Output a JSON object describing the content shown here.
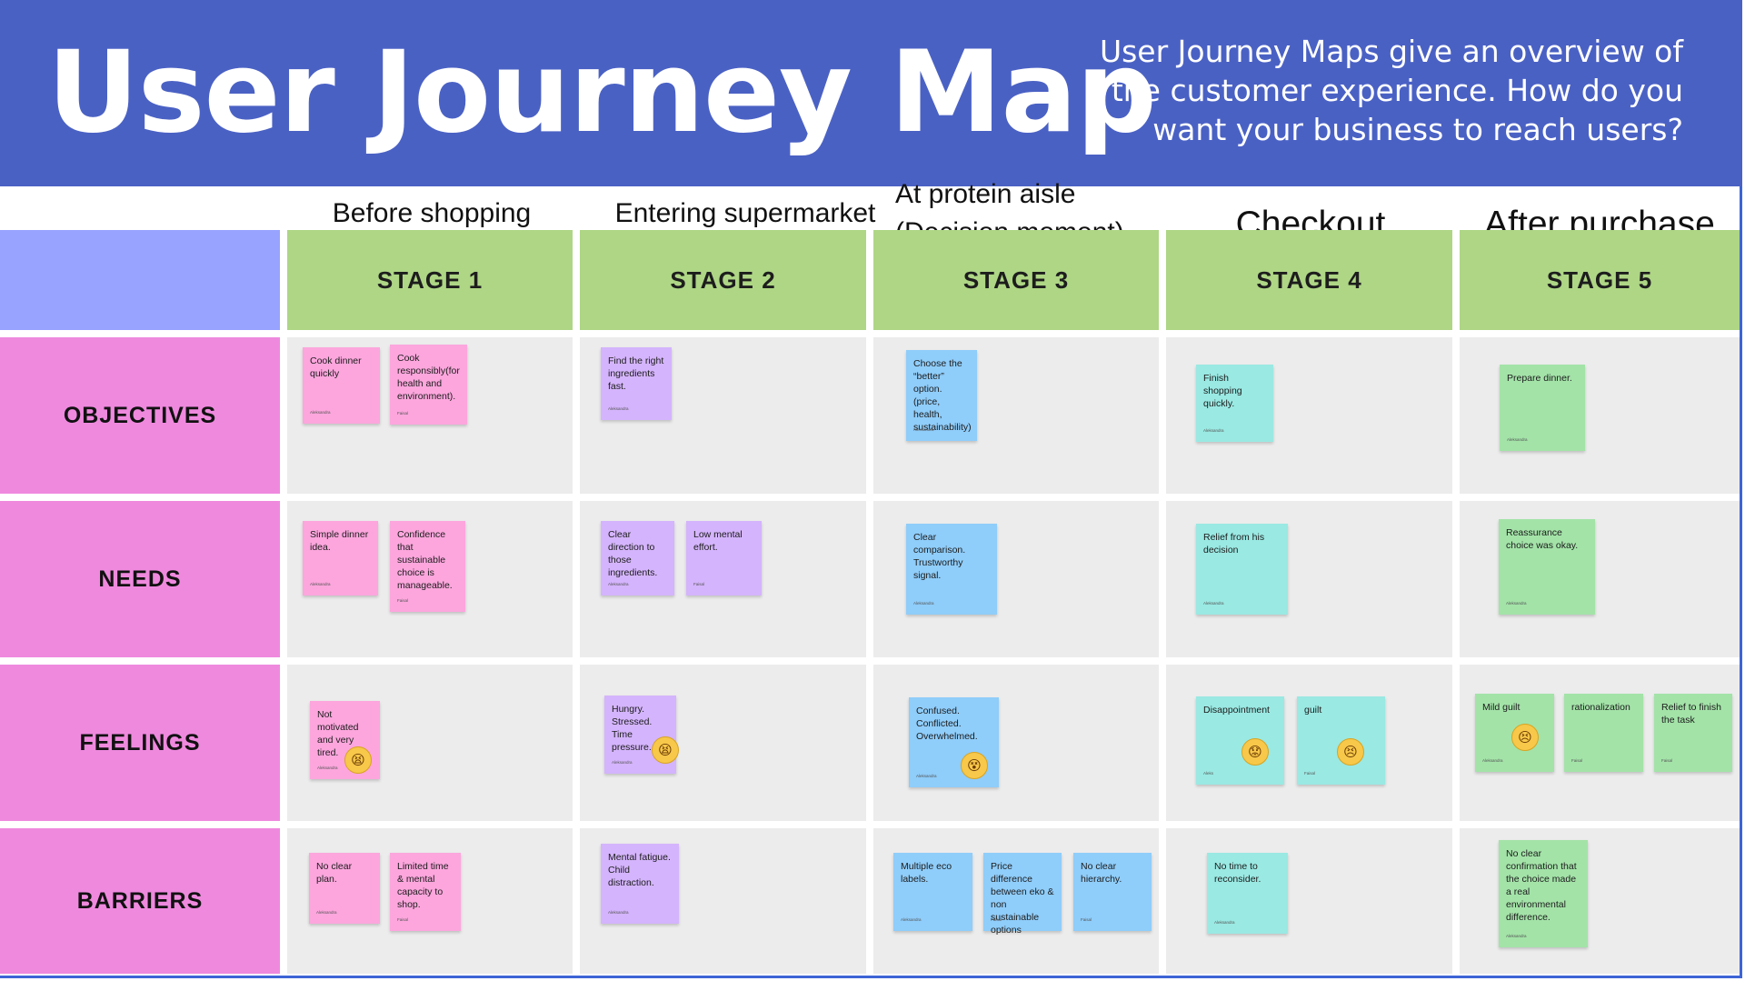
{
  "header": {
    "title": "User Journey Map",
    "subtitle_lines": [
      "User Journey Maps give an overview of",
      "the customer experience. How do you",
      "want your business to reach users?"
    ]
  },
  "colors": {
    "header_bg": "#4a61c4",
    "stage_header": "#aed685",
    "row_label": "#ef89de",
    "corner": "#98a3ff",
    "cell_bg": "#ececec"
  },
  "stage_captions": [
    {
      "lines": [
        "Before shopping"
      ]
    },
    {
      "lines": [
        "Entering supermarket"
      ]
    },
    {
      "lines": [
        "At protein aisle",
        "(Decision moment)"
      ]
    },
    {
      "lines": [
        "Checkout"
      ]
    },
    {
      "lines": [
        "After purchase"
      ]
    }
  ],
  "stages": [
    "STAGE 1",
    "STAGE 2",
    "STAGE 3",
    "STAGE 4",
    "STAGE 5"
  ],
  "rows": [
    "OBJECTIVES",
    "NEEDS",
    "FEELINGS",
    "BARRIERS"
  ],
  "notes": {
    "objectives": [
      {
        "text": "Cook dinner quickly",
        "author": "Aleksandra",
        "color": "pink"
      },
      {
        "text": "Cook responsibly(for health and environment).",
        "author": "Faisal",
        "color": "pink"
      },
      {
        "text": "Find the right ingredients fast.",
        "author": "Aleksandra",
        "color": "purple"
      },
      {
        "text": "Choose the “better” option. (price, health, sustainability)",
        "author": "Aleksandra",
        "color": "blue"
      },
      {
        "text": "Finish shopping quickly.",
        "author": "Aleksandra",
        "color": "teal"
      },
      {
        "text": "Prepare dinner.",
        "author": "Aleksandra",
        "color": "green"
      }
    ],
    "needs": [
      {
        "text": "Simple dinner idea.",
        "author": "Aleksandra",
        "color": "pink"
      },
      {
        "text": "Confidence that sustainable choice is manageable.",
        "author": "Faisal",
        "color": "pink"
      },
      {
        "text": "Clear direction to those ingredients.",
        "author": "Aleksandra",
        "color": "purple"
      },
      {
        "text": "Low mental effort.",
        "author": "Faisal",
        "color": "purple"
      },
      {
        "text": "Clear comparison. Trustworthy signal.",
        "author": "Aleksandra",
        "color": "blue"
      },
      {
        "text": "Relief from his decision",
        "author": "Aleksandra",
        "color": "teal"
      },
      {
        "text": "Reassurance choice was okay.",
        "author": "Aleksandra",
        "color": "green"
      }
    ],
    "feelings": [
      {
        "text": "Not motivated and very tired.",
        "author": "Aleksandra",
        "color": "pink",
        "emoji": "tired-face-emoji"
      },
      {
        "text": "Hungry. Stressed. Time pressure.",
        "author": "Aleksandra",
        "color": "purple",
        "emoji": "tired-face-emoji"
      },
      {
        "text": "Confused. Conflicted. Overwhelmed.",
        "author": "Aleksandra",
        "color": "blue",
        "emoji": "dizzy-face-emoji"
      },
      {
        "text": "Disappointment",
        "author": "Aleks",
        "color": "teal",
        "emoji": "worried-face-emoji"
      },
      {
        "text": "guilt",
        "author": "Faisal",
        "color": "teal",
        "emoji": "persevering-face-emoji"
      },
      {
        "text": "Mild guilt",
        "author": "Aleksandra",
        "color": "green",
        "emoji": "persevering-face-emoji"
      },
      {
        "text": "rationalization",
        "author": "Faisal",
        "color": "green"
      },
      {
        "text": "Relief to finish the task",
        "author": "Faisal",
        "color": "green"
      }
    ],
    "barriers": [
      {
        "text": "No clear plan.",
        "author": "Aleksandra",
        "color": "pink"
      },
      {
        "text": "Limited time & mental capacity to shop.",
        "author": "Faisal",
        "color": "pink"
      },
      {
        "text": "Mental fatigue. Child distraction.",
        "author": "Aleksandra",
        "color": "purple"
      },
      {
        "text": "Multiple eco labels.",
        "author": "Aleksandra",
        "color": "blue"
      },
      {
        "text": "Price difference between eko & non sustainable options",
        "author": "Faisal",
        "color": "blue"
      },
      {
        "text": "No clear hierarchy.",
        "author": "Faisal",
        "color": "blue"
      },
      {
        "text": "No time to reconsider.",
        "author": "Aleksandra",
        "color": "teal"
      },
      {
        "text": "No clear confirmation that the choice made a real environmental difference.",
        "author": "Aleksandra",
        "color": "green"
      }
    ]
  }
}
